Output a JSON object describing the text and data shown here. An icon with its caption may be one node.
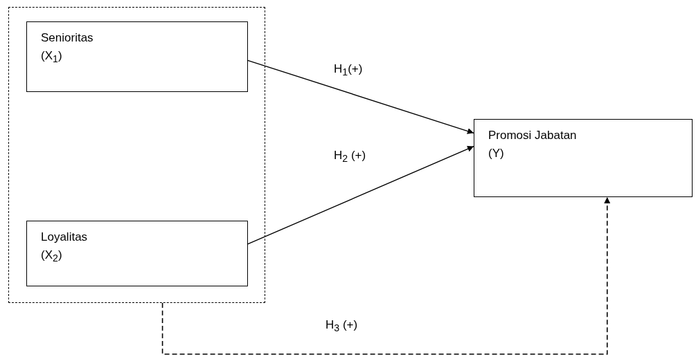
{
  "diagram": {
    "nodes": [
      {
        "text": [],
        "shape": "box"
      },
      {
        "text": [
          "Senioritas (X$_{1}$)"
        ],
        "in": 0
      },
      {
        "text": [
          "Loyalitas (X$_{2}$)"
        ],
        "in": 0
      },
      {
        "text": [
          "Promosi Jabatan (Y)"
        ]
      }
    ],
    "edges": [
      {
        "from": 1,
        "to": 3,
        "arrow": "to",
        "label": "H$_{1}$(+)"
      },
      {
        "from": 2,
        "to": 3,
        "arrow": "to",
        "label": "H$_{2}$ (+)"
      },
      {
        "from": 0,
        "to": 3,
        "arrow": "to",
        "label": "H$_{3}$ (+)",
        "style": "dashed"
      }
    ]
  }
}
